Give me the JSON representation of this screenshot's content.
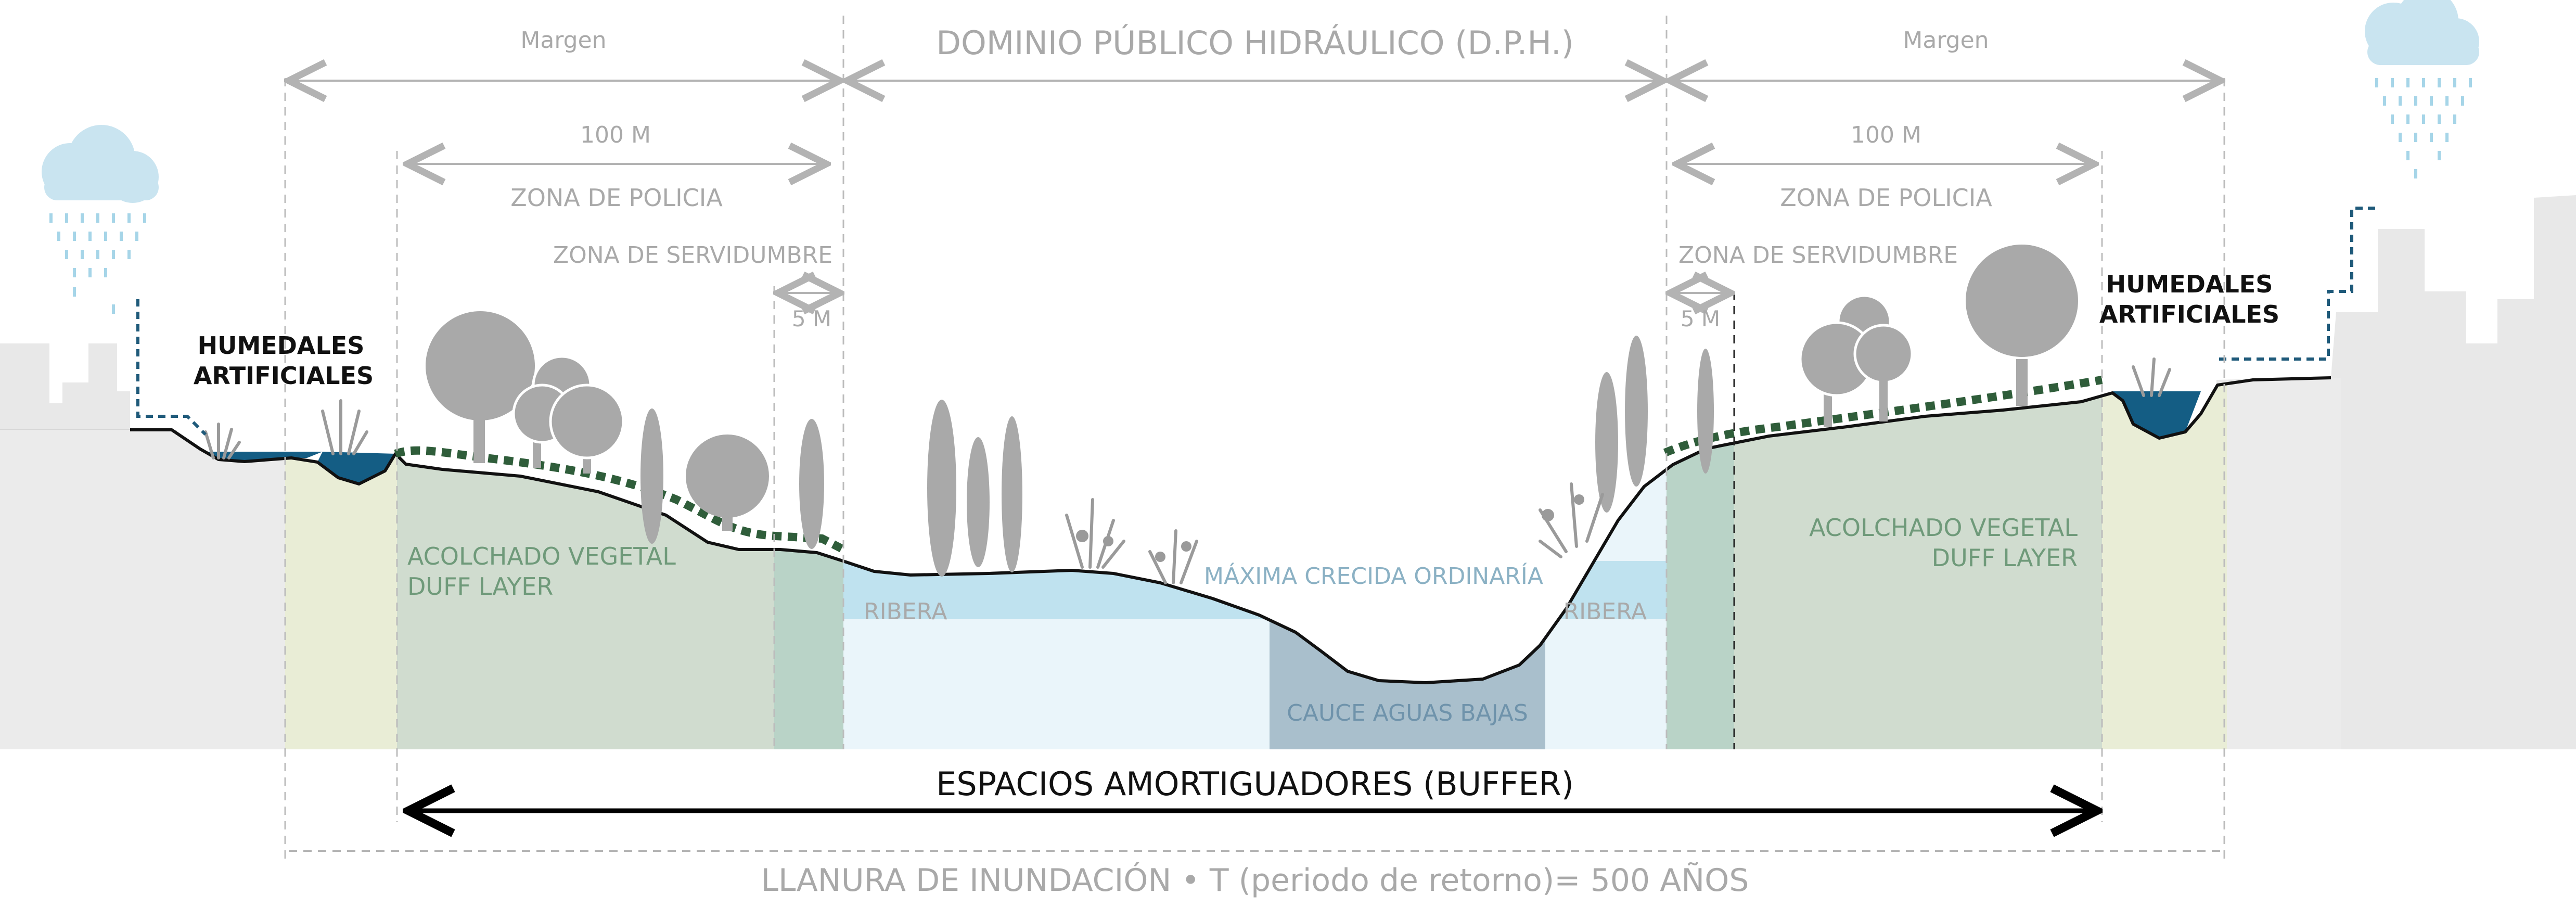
{
  "labels": {
    "dph": "DOMINIO PÚBLICO HIDRÁULICO (D.P.H.)",
    "margin_left": "Margen",
    "margin_right": "Margen",
    "hundred_left": "100 M",
    "hundred_right": "100 M",
    "policia_left": "ZONA DE POLICIA",
    "policia_right": "ZONA DE POLICIA",
    "servidumbre_left": "ZONA DE SERVIDUMBRE",
    "servidumbre_right": "ZONA DE SERVIDUMBRE",
    "five_left": "5 M",
    "five_right": "5 M",
    "humedales_left_1": "HUMEDALES",
    "humedales_left_2": "ARTIFICIALES",
    "humedales_right_1": "HUMEDALES",
    "humedales_right_2": "ARTIFICIALES",
    "acolchado_left_1": "ACOLCHADO VEGETAL",
    "acolchado_left_2": "DUFF LAYER",
    "acolchado_right_1": "ACOLCHADO VEGETAL",
    "acolchado_right_2": "DUFF LAYER",
    "ribera_left": "RIBERA",
    "ribera_right": "RIBERA",
    "maxima": "MÁXIMA CRECIDA ORDINARÍA",
    "cauce": "CAUCE AGUAS BAJAS",
    "buffer": "ESPACIOS AMORTIGUADORES (BUFFER)",
    "llanura": "LLANURA DE INUNDACIÓN • T (periodo de retorno)= 500 AÑOS"
  },
  "colors": {
    "building": "#e8e8e8",
    "floodplain_yellow": "#e9edd6",
    "police_green": "#d0dccf",
    "servidumbre_green": "#b9d3c7",
    "riverbed_light": "#eaf5fa",
    "max_flood": "#bfe2ef",
    "low_water": "#a9bfcc",
    "water_dark": "#145d84",
    "duff_layer": "#2f5d3a",
    "terrain_line": "#111111",
    "cloud": "#c9e4f0",
    "rain": "#a6d5e8",
    "drain_arrow": "#1f5a7a",
    "label_grey": "#a9a9a9",
    "label_green": "#6f9a7a"
  },
  "icons": [
    "cloud-rain-icon",
    "tree-icon",
    "grass-tuft-icon",
    "double-arrow-icon",
    "drain-arrow-icon"
  ]
}
